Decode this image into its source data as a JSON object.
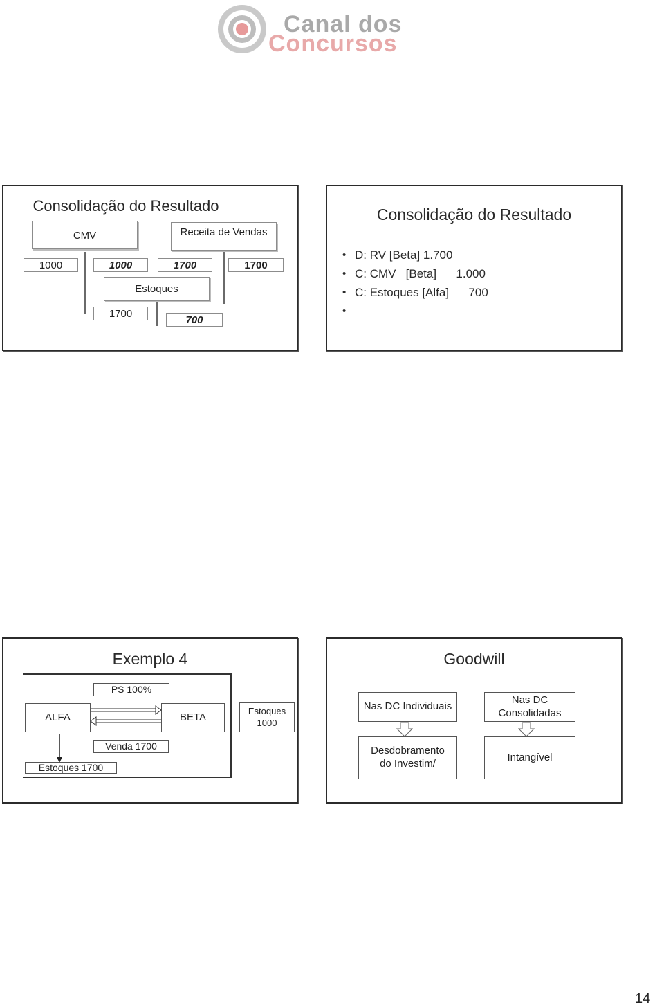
{
  "logo": {
    "line1": "Canal dos",
    "line2": "Concursos"
  },
  "page_number": "14",
  "slide1": {
    "title": "Consolidação do Resultado",
    "cmv_label": "CMV",
    "rv_label": "Receita de Vendas",
    "estoques_label": "Estoques",
    "cmv_debit": "1000",
    "cmv_credit": "1000",
    "rv_debit": "1700",
    "rv_credit": "1700",
    "estoques_debit": "1700",
    "estoques_credit": "700"
  },
  "slide2": {
    "title": "Consolidação do Resultado",
    "bullets": [
      "D: RV [Beta] 1.700",
      "C: CMV   [Beta]      1.000",
      "C: Estoques [Alfa]      700",
      ""
    ]
  },
  "slide3": {
    "title": "Exemplo 4",
    "ps_label": "PS 100%",
    "alfa": "ALFA",
    "beta": "BETA",
    "estoques_beta": "Estoques 1000",
    "venda": "Venda 1700",
    "estoques_alfa": "Estoques 1700"
  },
  "slide4": {
    "title": "Goodwill",
    "box1": "Nas DC Individuais",
    "box2": "Nas DC Consolidadas",
    "box3": "Desdobramento do Investim/",
    "box4": "Intangível"
  }
}
